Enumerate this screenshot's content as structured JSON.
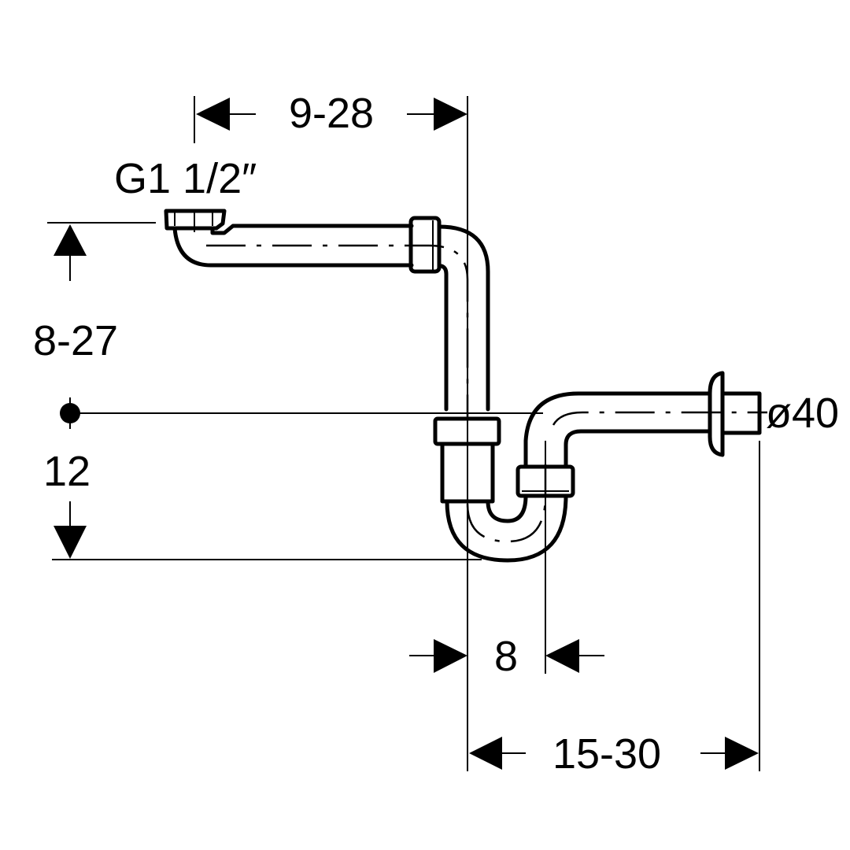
{
  "title": "Siphon dimension drawing",
  "dimensions": {
    "horizontal_top": "9-28",
    "thread": "G1 1/2″",
    "vertical_height": "8-27",
    "trap_depth": "12",
    "outlet_diameter": "ø40",
    "offset": "8",
    "outlet_length": "15-30"
  },
  "colors": {
    "line": "#000000",
    "background": "#ffffff"
  }
}
